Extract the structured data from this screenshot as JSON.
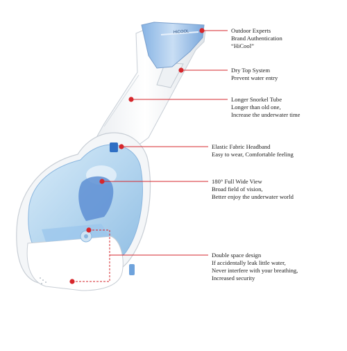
{
  "product": {
    "tube_brand_mark": "HiCOOL"
  },
  "callouts": [
    {
      "lines": [
        "Outdoor Experts",
        "Brand Authentication",
        "“HiCool”"
      ]
    },
    {
      "lines": [
        "Dry Top System",
        "Prevent water entry"
      ]
    },
    {
      "lines": [
        "Longer Snorkel Tube",
        "Longer than old one,",
        "Increase the underwater time"
      ]
    },
    {
      "lines": [
        "Elastic Fabric Headband",
        "Easy to wear, Comfortable feeling"
      ]
    },
    {
      "lines": [
        "180° Full Wide View",
        "Broad field of vision,",
        "Better enjoy the underwater world"
      ]
    },
    {
      "lines": [
        "Double space design",
        "If accidentally leak little water,",
        "Never interfere with your breathing,",
        "Increased security"
      ]
    }
  ],
  "colors": {
    "accent_red": "#d6262b",
    "mask_body": "#f4f6f8",
    "lens_blue": "#a9cde9",
    "accent_blue": "#6fa3dc",
    "headband_blue": "#2f6fc4"
  }
}
